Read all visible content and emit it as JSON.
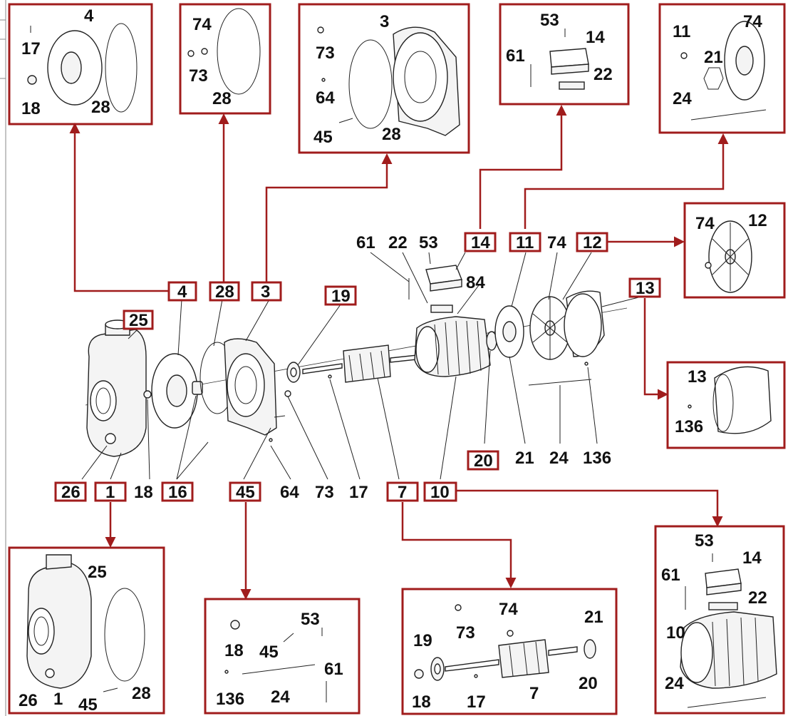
{
  "colors": {
    "accent": "#a01c1c",
    "ink": "#111111"
  },
  "main_labels": {
    "plain": [
      "18",
      "64",
      "73",
      "17",
      "61",
      "22",
      "53",
      "84",
      "74",
      "21",
      "24",
      "136"
    ],
    "tagged": [
      "25",
      "4",
      "28",
      "3",
      "19",
      "14",
      "11",
      "12",
      "13",
      "20",
      "26",
      "1",
      "16",
      "45",
      "7",
      "10"
    ]
  },
  "detail_panels": {
    "p4": {
      "labels": [
        "4",
        "17",
        "18",
        "28"
      ]
    },
    "p28": {
      "labels": [
        "74",
        "73",
        "28"
      ]
    },
    "p3": {
      "labels": [
        "3",
        "73",
        "64",
        "45",
        "28"
      ]
    },
    "p14": {
      "labels": [
        "53",
        "14",
        "61",
        "22"
      ]
    },
    "p11": {
      "labels": [
        "11",
        "74",
        "21",
        "24"
      ]
    },
    "p12": {
      "labels": [
        "74",
        "12"
      ]
    },
    "p13": {
      "labels": [
        "13",
        "136"
      ]
    },
    "p1": {
      "labels": [
        "25",
        "26",
        "1",
        "45",
        "28"
      ]
    },
    "p45": {
      "labels": [
        "53",
        "18",
        "45",
        "61",
        "136",
        "24"
      ]
    },
    "p7": {
      "labels": [
        "74",
        "73",
        "21",
        "19",
        "7",
        "20",
        "18",
        "17"
      ]
    },
    "p10": {
      "labels": [
        "53",
        "14",
        "61",
        "22",
        "10",
        "24"
      ]
    }
  }
}
